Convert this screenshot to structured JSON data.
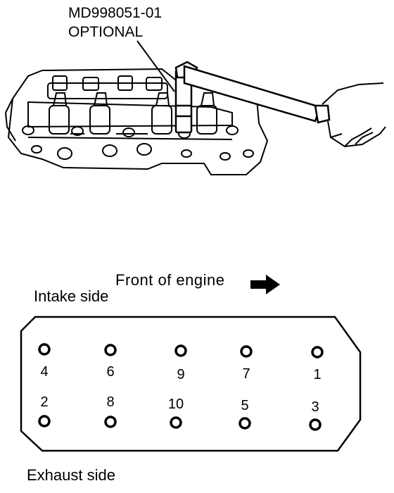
{
  "tool": {
    "part_number": "MD998051-01",
    "note": "OPTIONAL"
  },
  "diagram": {
    "front_label": "Front of engine",
    "intake_label": "Intake side",
    "exhaust_label": "Exhaust side",
    "bolts_intake_row": [
      "4",
      "6",
      "9",
      "7",
      "1"
    ],
    "bolts_exhaust_row": [
      "2",
      "8",
      "10",
      "5",
      "3"
    ]
  }
}
